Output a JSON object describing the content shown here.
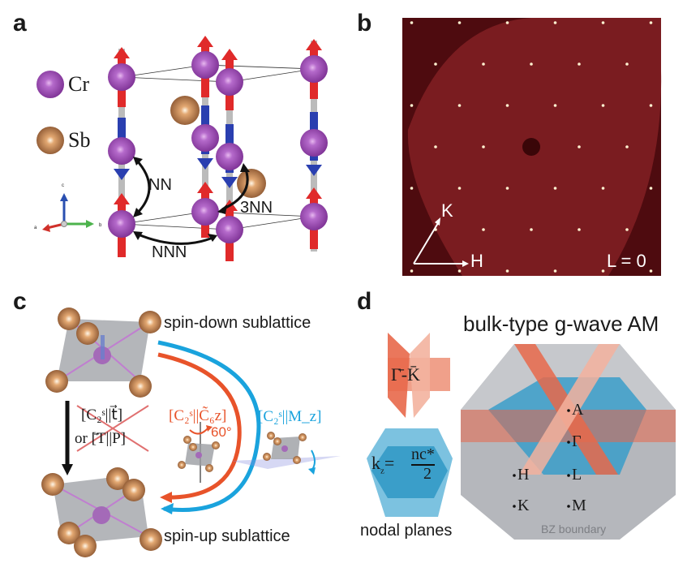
{
  "figure": {
    "panels": [
      {
        "id": "a",
        "letter": "a"
      },
      {
        "id": "b",
        "letter": "b"
      },
      {
        "id": "c",
        "letter": "c"
      },
      {
        "id": "d",
        "letter": "d"
      }
    ]
  },
  "panel_a": {
    "legend": [
      {
        "element": "Cr",
        "color": "#9b4fb0"
      },
      {
        "element": "Sb",
        "color": "#b87a4e"
      }
    ],
    "axes": {
      "a": "a",
      "b": "b",
      "c": "c"
    },
    "couplings": {
      "nn": "NN",
      "nnn": "NNN",
      "third": "3NN"
    },
    "colors": {
      "spin_up": "#e02a2a",
      "spin_down": "#2a3fb0",
      "cr": "#9b4fb0",
      "sb": "#b87a4e"
    }
  },
  "panel_b": {
    "k_label": "K",
    "h_label": "H",
    "plane_label": "L = 0",
    "colors": {
      "background": "#4e0b0f",
      "disk": "#7a1c20",
      "spot": "#fff2d0"
    }
  },
  "panel_c": {
    "top_label": "spin-down sublattice",
    "bottom_label": "spin-up sublattice",
    "forbidden_op_1": "[C₂ˢ||t⃗]",
    "forbidden_op_2": "or [̄T||P]",
    "op_rotation": "[C₂ˢ||C̃₆z]",
    "rotation_angle": "60°",
    "op_mirror": "[C₂ˢ||M_z]",
    "colors": {
      "rotation": "#e8532a",
      "mirror": "#1aa3dd",
      "cross": "#e07070"
    }
  },
  "panel_d": {
    "title": "bulk-type g-wave AM",
    "plane_label_1": "Γ̄-K̄",
    "plane_label_2_lhs": "k",
    "plane_label_2_sub": "z",
    "plane_label_2_num": "nc*",
    "plane_label_2_den": "2",
    "caption": "nodal planes",
    "points": [
      "A",
      "Γ",
      "H",
      "L",
      "K",
      "M"
    ],
    "bz_label": "BZ boundary",
    "colors": {
      "nodal_red": "#e8684a",
      "nodal_blue": "#3a9ec9",
      "bz_gray": "#a9abb0"
    }
  }
}
